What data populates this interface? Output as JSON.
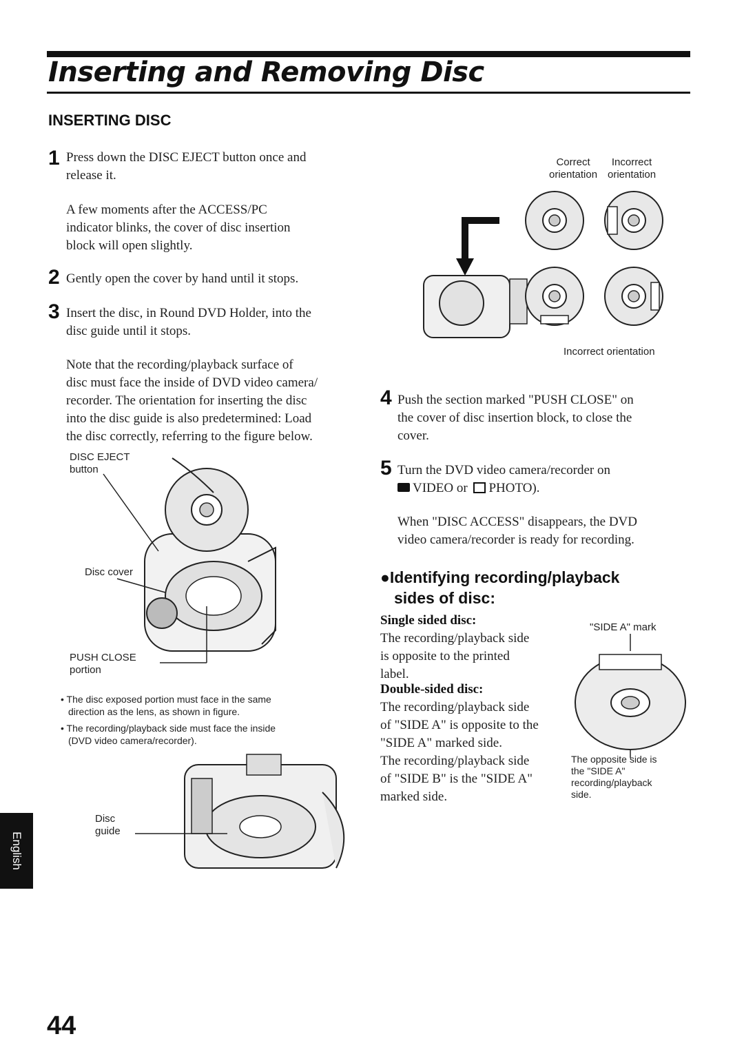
{
  "page": {
    "title": "Inserting and Removing Disc",
    "section_heading": "INSERTING DISC",
    "side_tab": "English",
    "page_number": "44"
  },
  "steps": [
    {
      "number": "1",
      "lines": [
        "Press down the DISC EJECT button once and",
        "release it."
      ]
    },
    {
      "number": "2",
      "lines": [
        "Gently open the cover by hand until it stops."
      ]
    },
    {
      "number": "3",
      "lines": [
        "Insert the disc, in Round DVD Holder, into the",
        "disc guide until it stops."
      ]
    },
    {
      "number": "4",
      "lines": [
        "Push the section marked \"PUSH CLOSE\" on",
        "the cover of disc insertion block, to close the",
        "cover."
      ]
    },
    {
      "number": "5",
      "lines": [
        "Turn the DVD video camera/recorder on",
        "VIDEO or",
        "PHOTO)."
      ]
    }
  ],
  "step1_note": [
    "A few moments after the ACCESS/PC",
    "indicator blinks, the cover of disc insertion",
    "block will open slightly."
  ],
  "step3_note": [
    "Note that the recording/playback surface of",
    "disc must face the inside of DVD video camera/",
    "recorder. The orientation for inserting the disc",
    "into the disc guide is also predetermined: Load",
    "the disc correctly, referring to the figure below."
  ],
  "step5_note": [
    "When \"DISC ACCESS\" disappears, the DVD",
    "video camera/recorder is ready for recording."
  ],
  "figure_labels": {
    "disc_eject_button": [
      "DISC EJECT",
      "button"
    ],
    "disc_cover": "Disc cover",
    "push_close": [
      "PUSH CLOSE",
      "portion"
    ],
    "disc_guide": [
      "Disc",
      "guide"
    ],
    "correct_orientation": [
      "Correct",
      "orientation"
    ],
    "incorrect_orientation_top": [
      "Incorrect",
      "orientation"
    ],
    "incorrect_orientation_bottom": "Incorrect orientation",
    "side_a_mark": "\"SIDE A\" mark",
    "opposite_side": [
      "The opposite side is",
      "the \"SIDE A\"",
      "recording/playback",
      "side."
    ]
  },
  "bullet_notes": [
    [
      "The disc exposed portion must face in the same",
      "direction as the lens, as shown in figure."
    ],
    [
      "The recording/playback side must face the inside",
      "(DVD video camera/recorder)."
    ]
  ],
  "identifying": {
    "heading": [
      "●Identifying recording/playback",
      "sides of disc:"
    ],
    "single_title": "Single sided disc:",
    "single_lines": [
      "The recording/playback side",
      "is opposite to the printed",
      "label."
    ],
    "double_title": "Double-sided disc:",
    "double_lines": [
      "The recording/playback side",
      "of \"SIDE A\" is opposite to the",
      "\"SIDE A\" marked side.",
      "The recording/playback side",
      "of \"SIDE B\" is the \"SIDE A\"",
      "marked side."
    ]
  }
}
